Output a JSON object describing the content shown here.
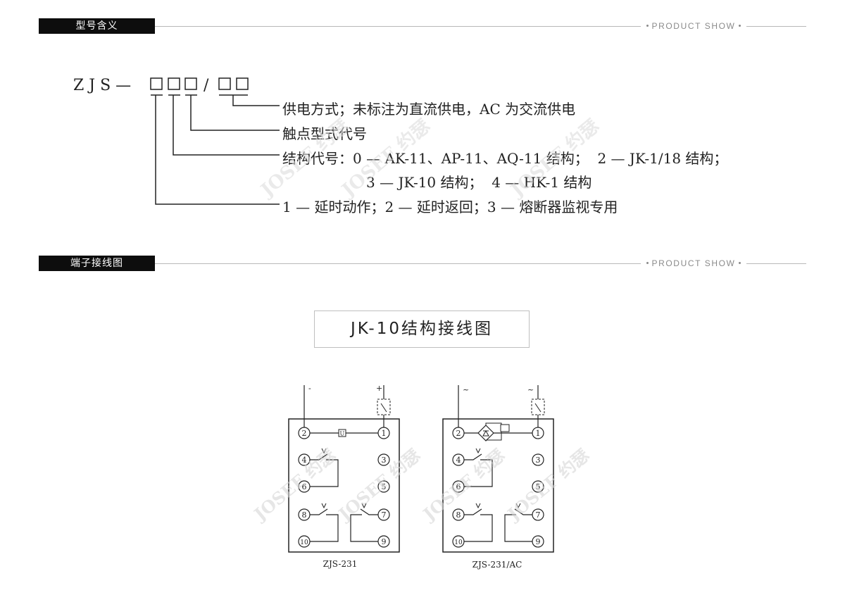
{
  "section1": {
    "tag": "型号含义",
    "product_show": "PRODUCT SHOW"
  },
  "section2": {
    "tag": "端子接线图",
    "product_show": "PRODUCT SHOW"
  },
  "model": {
    "prefix": "ZJS—",
    "slash": "/",
    "lines": [
      "供电方式；未标注为直流供电，AC 为交流供电",
      "触点型式代号",
      "结构代号：0 — AK-11、AP-11、AQ-11 结构；  2 — JK-1/18 结构；",
      "3 — JK-10 结构；  4 — HK-1 结构",
      "1 — 延时动作；2 — 延时返回；3 — 熔断器监视专用"
    ]
  },
  "diagram_title": "JK-10结构接线图",
  "watermark": "JOSEF 约瑟",
  "diagrams": [
    {
      "caption": "ZJS-231",
      "left_pole": "-",
      "right_pole": "+",
      "element": "U",
      "terminals": [
        "1",
        "2",
        "3",
        "4",
        "5",
        "6",
        "7",
        "8",
        "9",
        "10"
      ]
    },
    {
      "caption": "ZJS-231/AC",
      "left_pole": "~",
      "right_pole": "~",
      "element": "",
      "terminals": [
        "1",
        "2",
        "3",
        "4",
        "5",
        "6",
        "7",
        "8",
        "9",
        "10"
      ]
    }
  ]
}
